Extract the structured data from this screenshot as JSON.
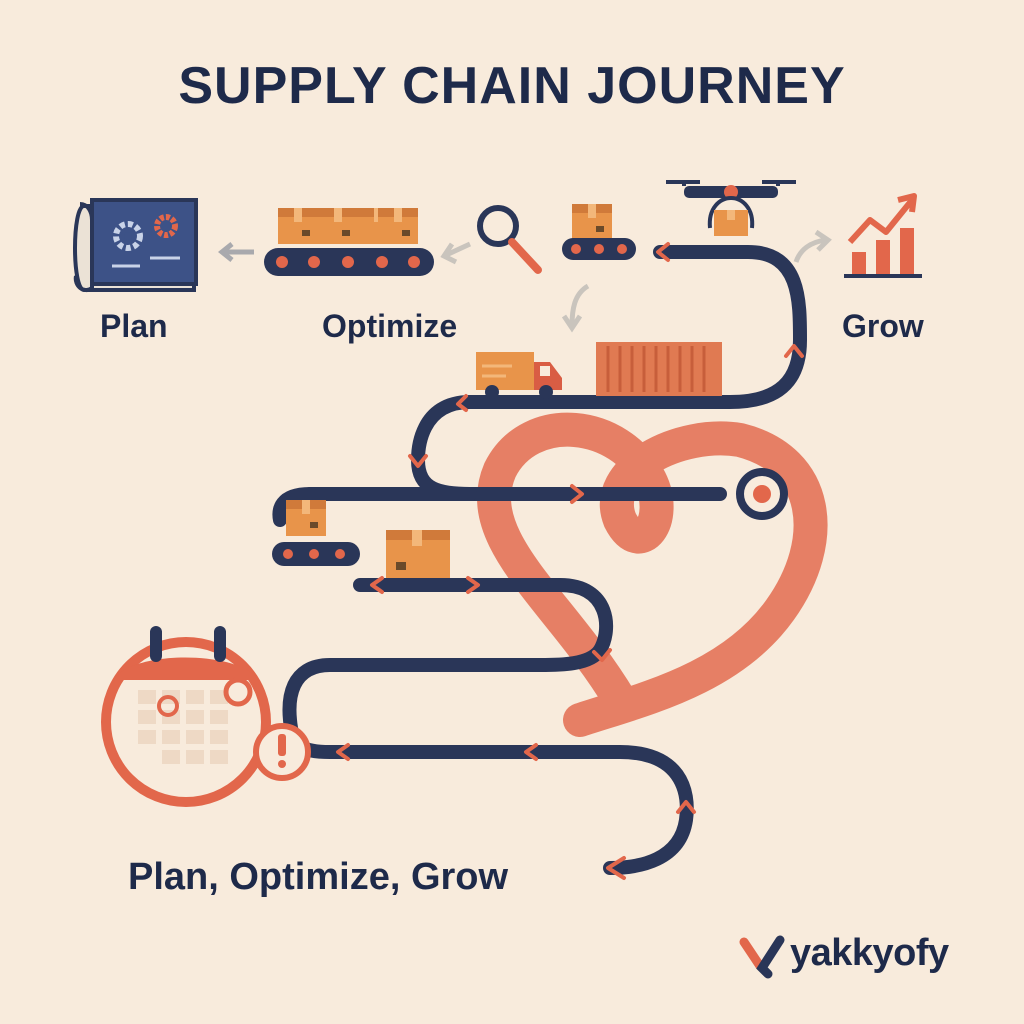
{
  "title": "SUPPLY CHAIN JOURNEY",
  "stages": [
    {
      "label": "Plan",
      "icon": "blueprint-gears-icon"
    },
    {
      "label": "Optimize",
      "icon": "conveyor-boxes-icon"
    },
    {
      "label": "Grow",
      "icon": "growth-chart-icon"
    }
  ],
  "tagline": "Plan, Optimize, Grow",
  "brand": {
    "name": "yakkyofy",
    "logo_icon": "yakkyofy-logo-icon"
  },
  "colors": {
    "background": "#f8ebdc",
    "navy": "#2a3658",
    "coral": "#e2674b",
    "orange": "#e8944a",
    "text": "#1e2a4a"
  },
  "icons": [
    "blueprint-gears-icon",
    "conveyor-boxes-icon",
    "magnifier-icon",
    "drone-icon",
    "growth-chart-icon",
    "truck-icon",
    "shipping-container-icon",
    "target-icon",
    "calendar-alert-icon",
    "heart-ribbon-icon"
  ]
}
